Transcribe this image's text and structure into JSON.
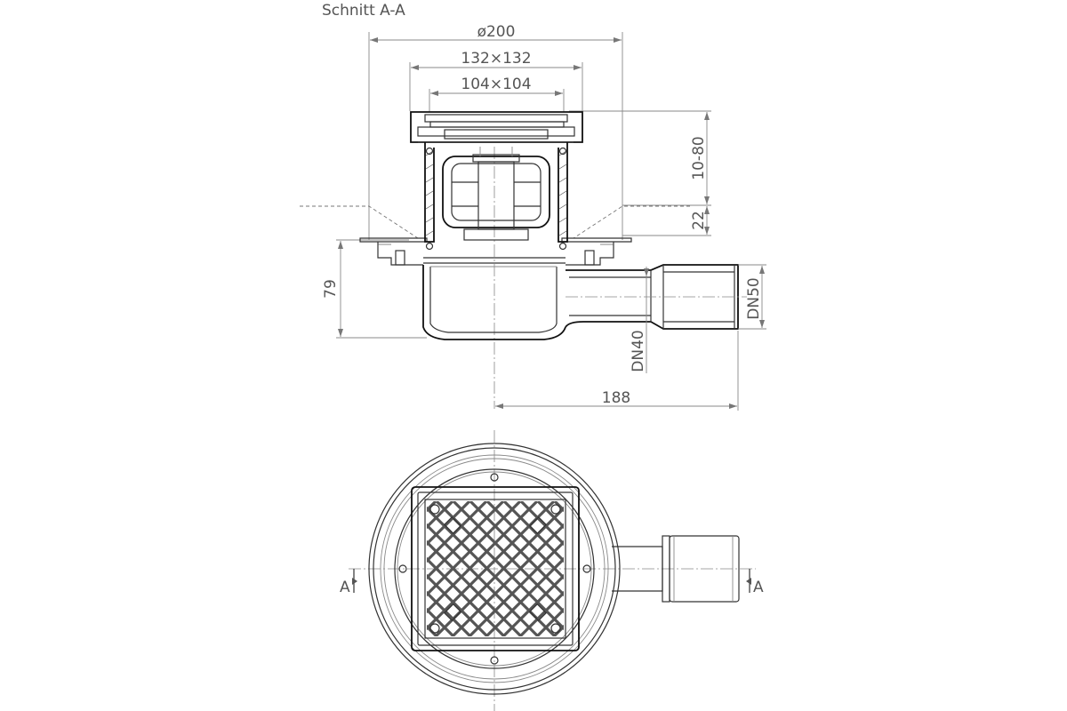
{
  "title": "Schnitt  A-A",
  "dimensions": {
    "diameter": "ø200",
    "frame": "132×132",
    "grate": "104×104",
    "height_adjust": "10-80",
    "tile_depth": "22",
    "body_height": "79",
    "outlet_dn50": "DN50",
    "outlet_dn40": "DN40",
    "outlet_length": "188"
  },
  "section_marks": {
    "left": "A",
    "right": "A"
  },
  "colors": {
    "line": "#333333",
    "dimension": "#888888"
  }
}
